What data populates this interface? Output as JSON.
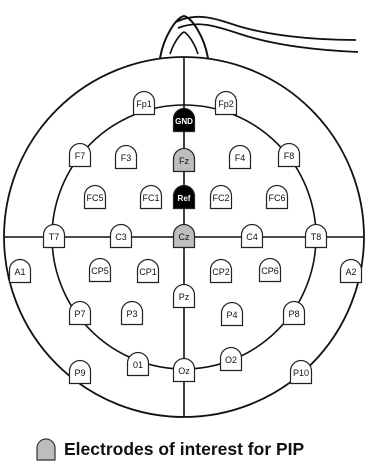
{
  "colors": {
    "line": "#111111",
    "electrode_default": "#ffffff",
    "electrode_interest": "#bdbdbd",
    "electrode_reference": "#000000"
  },
  "electrodes": [
    {
      "id": "fp1",
      "label": "Fp1",
      "type": "default"
    },
    {
      "id": "fp2",
      "label": "Fp2",
      "type": "default"
    },
    {
      "id": "gnd",
      "label": "GND",
      "type": "reference"
    },
    {
      "id": "f7",
      "label": "F7",
      "type": "default"
    },
    {
      "id": "f3",
      "label": "F3",
      "type": "default"
    },
    {
      "id": "fz",
      "label": "Fz",
      "type": "interest"
    },
    {
      "id": "f4",
      "label": "F4",
      "type": "default"
    },
    {
      "id": "f8",
      "label": "F8",
      "type": "default"
    },
    {
      "id": "fc5",
      "label": "FC5",
      "type": "default"
    },
    {
      "id": "fc1",
      "label": "FC1",
      "type": "default"
    },
    {
      "id": "ref",
      "label": "Ref",
      "type": "reference"
    },
    {
      "id": "fc2",
      "label": "FC2",
      "type": "default"
    },
    {
      "id": "fc6",
      "label": "FC6",
      "type": "default"
    },
    {
      "id": "t7",
      "label": "T7",
      "type": "default"
    },
    {
      "id": "c3",
      "label": "C3",
      "type": "default"
    },
    {
      "id": "cz",
      "label": "Cz",
      "type": "interest"
    },
    {
      "id": "c4",
      "label": "C4",
      "type": "default"
    },
    {
      "id": "t8",
      "label": "T8",
      "type": "default"
    },
    {
      "id": "a1",
      "label": "A1",
      "type": "default"
    },
    {
      "id": "a2",
      "label": "A2",
      "type": "default"
    },
    {
      "id": "cp5",
      "label": "CP5",
      "type": "default"
    },
    {
      "id": "cp1",
      "label": "CP1",
      "type": "default"
    },
    {
      "id": "cp2",
      "label": "CP2",
      "type": "default"
    },
    {
      "id": "cp6",
      "label": "CP6",
      "type": "default"
    },
    {
      "id": "pz",
      "label": "Pz",
      "type": "default"
    },
    {
      "id": "p7",
      "label": "P7",
      "type": "default"
    },
    {
      "id": "p3",
      "label": "P3",
      "type": "default"
    },
    {
      "id": "p4",
      "label": "P4",
      "type": "default"
    },
    {
      "id": "p8",
      "label": "P8",
      "type": "default"
    },
    {
      "id": "o1",
      "label": "01",
      "type": "default"
    },
    {
      "id": "oz",
      "label": "Oz",
      "type": "default"
    },
    {
      "id": "o2",
      "label": "O2",
      "type": "default"
    },
    {
      "id": "p9",
      "label": "P9",
      "type": "default"
    },
    {
      "id": "p10",
      "label": "P10",
      "type": "default"
    }
  ],
  "legend": {
    "label": "Electrodes of interest for PIP"
  }
}
